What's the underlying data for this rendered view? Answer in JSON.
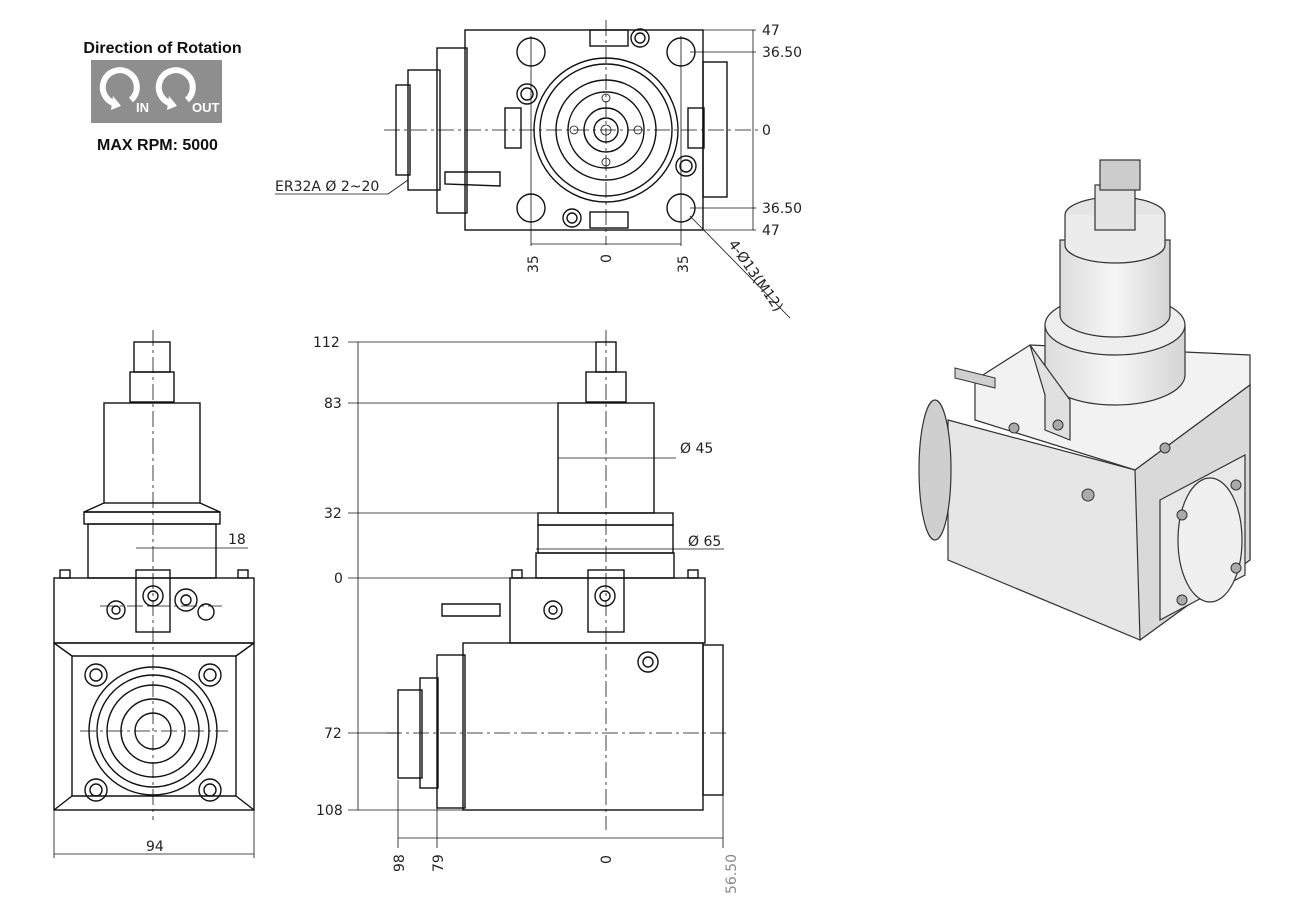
{
  "rotation": {
    "title": "Direction of Rotation",
    "in_label": "IN",
    "out_label": "OUT",
    "max_rpm": "MAX RPM: 5000",
    "box_color": "#8e8e8e"
  },
  "top_view": {
    "collet_label": "ER32A Ø 2~20",
    "hole_label": "4-Ø13(M12)",
    "right_dims": [
      "47",
      "36.50",
      "0",
      "36.50",
      "47"
    ],
    "bottom_dims": [
      "35",
      "0",
      "35"
    ]
  },
  "front_view": {
    "width_dim": "94",
    "key_dim": "18"
  },
  "side_view": {
    "height_dims": [
      "112",
      "83",
      "32",
      "0",
      "72",
      "108"
    ],
    "dia_45": "Ø 45",
    "dia_65": "Ø 65",
    "bottom_dims": [
      "98",
      "79",
      "0",
      "56.50"
    ]
  }
}
